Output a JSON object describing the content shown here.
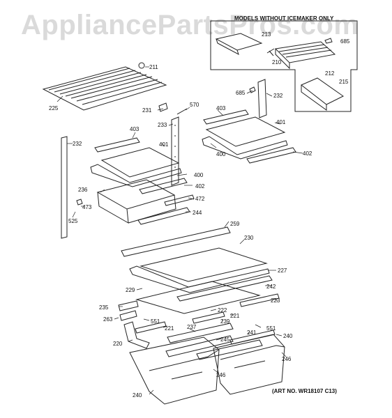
{
  "watermark": "AppliancePartsPros.com",
  "inset_title": "MODELS WITHOUT ICEMAKER ONLY",
  "art_number": "(ART NO. WR18107 C13)",
  "callouts": {
    "c211": "211",
    "c225": "225",
    "c231": "231",
    "c570": "570",
    "c233": "233",
    "c232a": "232",
    "c232b": "232",
    "c685a": "685",
    "c685b": "685",
    "c403a": "403",
    "c403b": "403",
    "c401a": "401",
    "c401b": "401",
    "c400a": "400",
    "c400b": "400",
    "c402a": "402",
    "c402b": "402",
    "c236": "236",
    "c472": "472",
    "c473": "473",
    "c525": "525",
    "c244": "244",
    "c213": "213",
    "c210": "210",
    "c212": "212",
    "c215": "215",
    "c259": "259",
    "c230": "230",
    "c227": "227",
    "c229": "229",
    "c242": "242",
    "c235": "235",
    "c223": "223",
    "c263": "263",
    "c222": "222",
    "c551a": "551",
    "c221a": "221",
    "c221b": "221",
    "c239": "239",
    "c237": "237",
    "c551b": "551",
    "c241": "241",
    "c220": "220",
    "c240a": "240",
    "c245": "245",
    "c246a": "246",
    "c246b": "246",
    "c240b": "240"
  }
}
